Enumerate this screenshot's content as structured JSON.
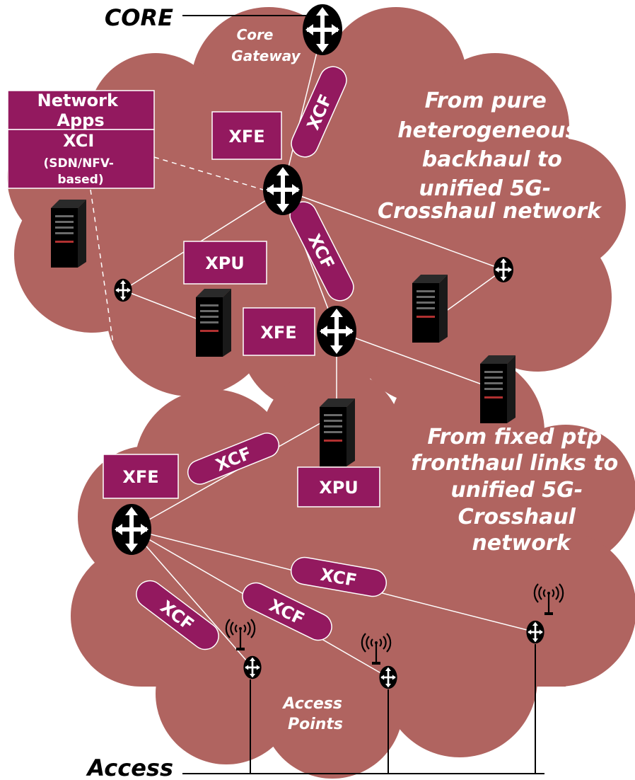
{
  "labels": {
    "core": "CORE",
    "access": "Access",
    "core_gateway": [
      "Core",
      "Gateway"
    ],
    "access_points": [
      "Access",
      "Points"
    ]
  },
  "xci_panel": {
    "network_apps": [
      "Network",
      "Apps"
    ],
    "xci": [
      "XCI",
      "(SDN/NFV-",
      "based)"
    ]
  },
  "boxes": {
    "xfe": "XFE",
    "xpu": "XPU"
  },
  "pill_label": "XCF",
  "statements": {
    "backhaul": [
      "From pure",
      "heterogeneous",
      "backhaul to",
      "unified 5G-",
      "Crosshaul network"
    ],
    "fronthaul": [
      "From fixed ptp",
      "fronthaul links to",
      "unified 5G-",
      "Crosshaul",
      "network"
    ]
  },
  "colors": {
    "cloud": "#b06460",
    "purple": "#93195f",
    "purple_border": "#ffffff",
    "line": "#ffffff",
    "text_light": "#ffffff",
    "text_dark": "#000000"
  },
  "icons": {
    "router": "router-icon",
    "server": "server-icon",
    "antenna": "antenna-icon"
  }
}
